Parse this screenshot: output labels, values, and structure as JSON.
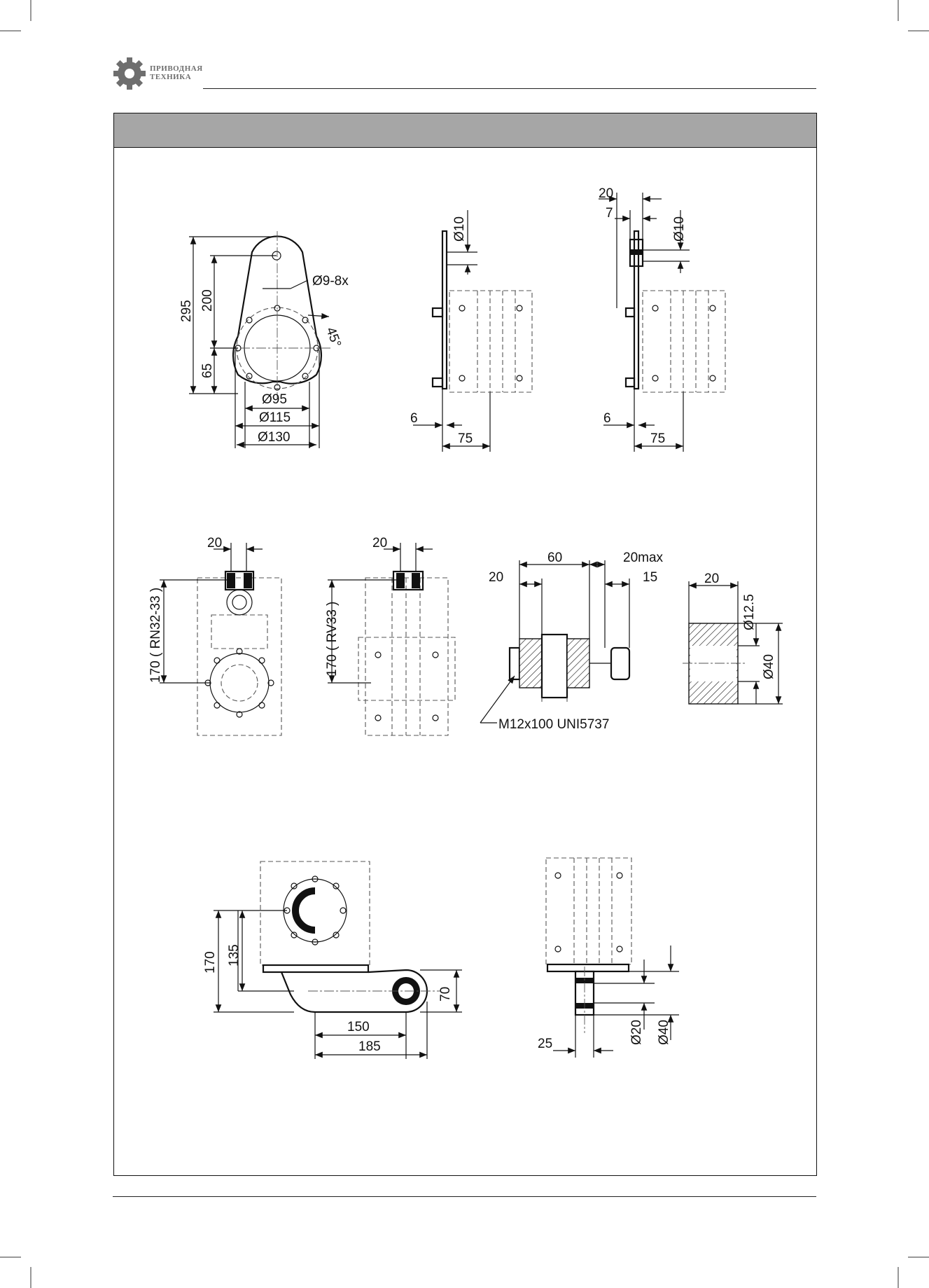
{
  "brand": {
    "name_line1": "ПРИВОДНАЯ",
    "name_line2": "ТЕХНИКА",
    "logo_icon": "gear-icon",
    "color": "#6e6e6e"
  },
  "frame": {
    "band_color": "#a6a6a6"
  },
  "views": {
    "flange": {
      "dims": {
        "h295": "295",
        "h200": "200",
        "h65": "65",
        "holes": "Ø9-8x",
        "angle": "45°",
        "d95": "Ø95",
        "d115": "Ø115",
        "d130": "Ø130"
      }
    },
    "side1": {
      "dims": {
        "d10": "Ø10",
        "t6": "6",
        "w75": "75"
      }
    },
    "side2": {
      "dims": {
        "w20": "20",
        "w7": "7",
        "d10": "Ø10",
        "t6": "6",
        "w75": "75"
      }
    },
    "rn": {
      "dims": {
        "w20": "20",
        "h170": "170 ( RN32-33 )"
      }
    },
    "rv": {
      "dims": {
        "w20": "20",
        "h170": "170 ( RV33 )"
      }
    },
    "bolt": {
      "dims": {
        "w60": "60",
        "w20max": "20max",
        "w20": "20",
        "w15": "15",
        "bolt": "M12x100 UNI5737"
      }
    },
    "bush": {
      "dims": {
        "w20": "20",
        "d12_5": "Ø12.5",
        "d40": "Ø40"
      }
    },
    "arm": {
      "dims": {
        "h170": "170",
        "h135": "135",
        "h70": "70",
        "w150": "150",
        "w185": "185"
      }
    },
    "armside": {
      "dims": {
        "w25": "25",
        "d20": "Ø20",
        "d40": "Ø40"
      }
    }
  }
}
